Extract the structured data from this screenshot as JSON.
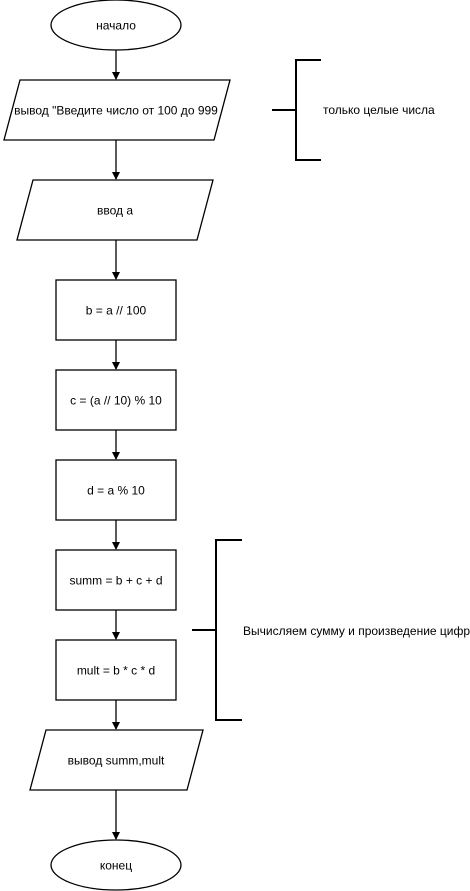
{
  "flowchart": {
    "start_label": "начало",
    "output_prompt_label": "вывод \"Введите число от 100 до 999",
    "input_label": "ввод a",
    "step_hundreds_label": "b = a // 100",
    "step_tens_label": "c = (a // 10) % 10",
    "step_units_label": "d = a % 10",
    "step_sum_label": "summ = b + c + d",
    "step_product_label": "mult = b * c * d",
    "output_result_label": "вывод summ,mult",
    "end_label": "конец"
  },
  "annotations": {
    "integers_note": "только целые числа",
    "compute_note": "Вычисляем сумму и произведение цифр"
  },
  "colors": {
    "stroke": "#000000",
    "fill": "#ffffff",
    "text": "#000000"
  }
}
